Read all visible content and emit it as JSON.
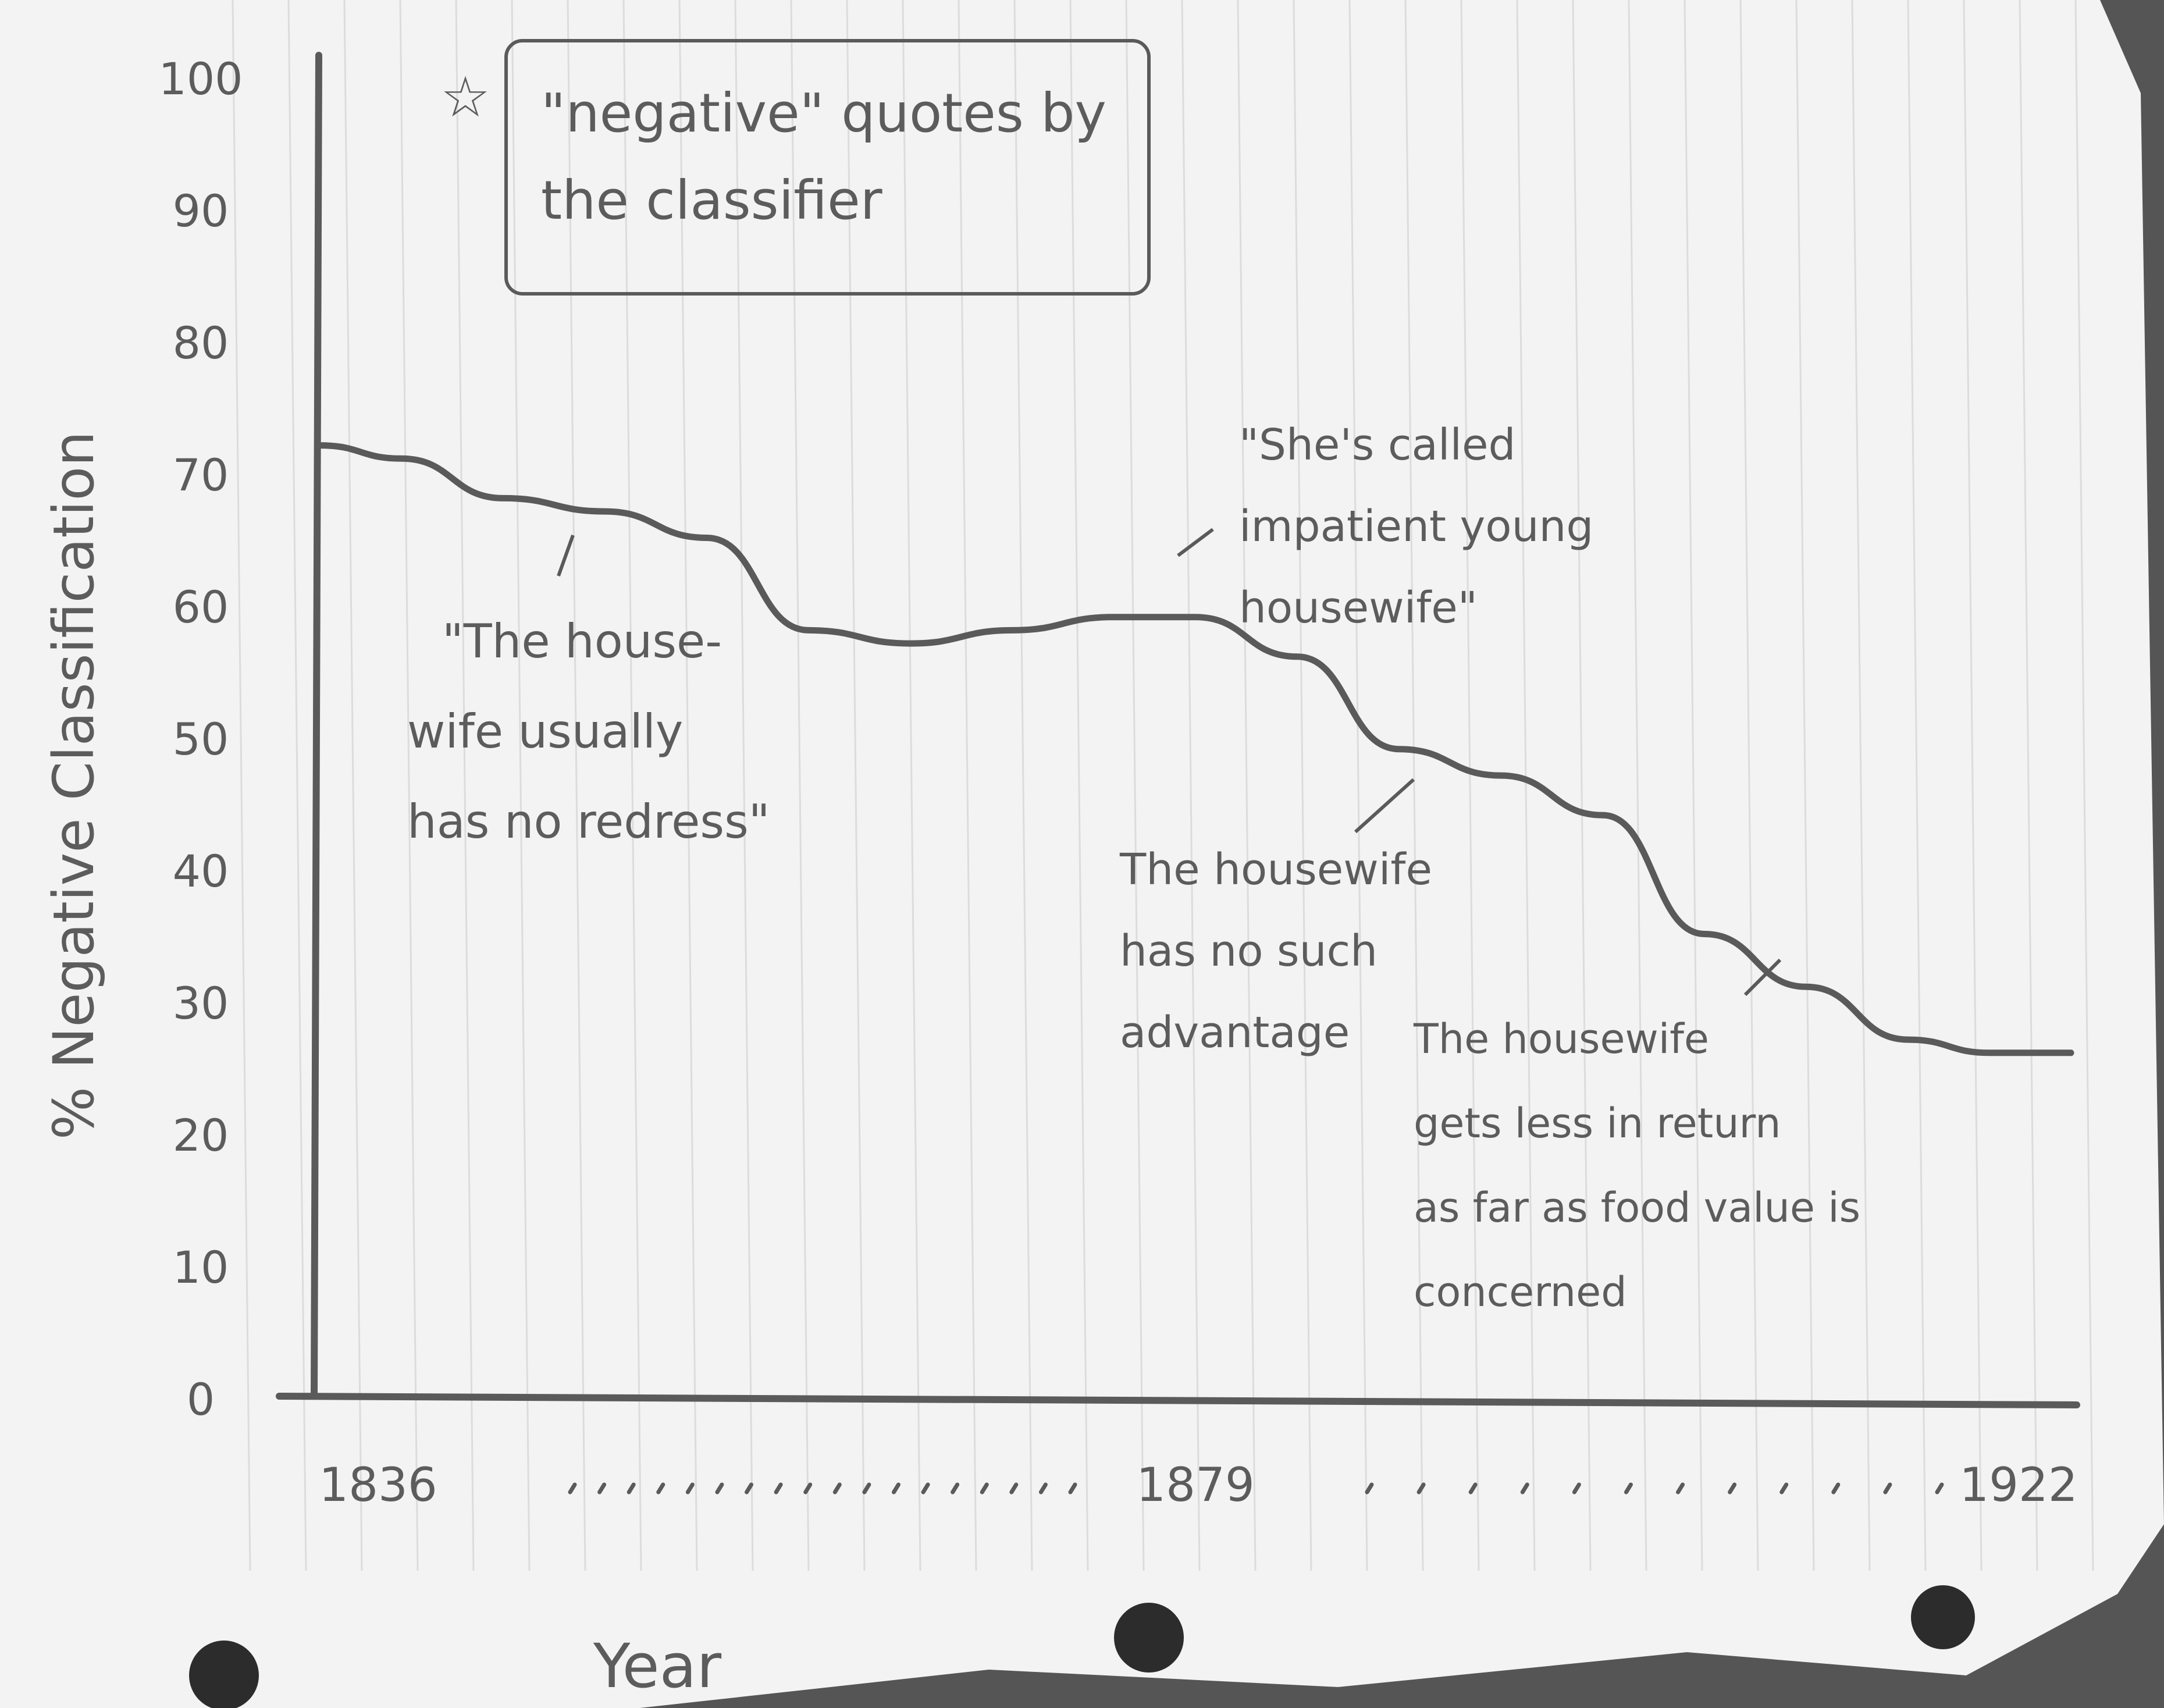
{
  "chart_data": {
    "type": "line",
    "title": "",
    "xlabel": "Year",
    "ylabel": "% Negative Classification",
    "legend_text": "\"negative\" quotes by the classifier",
    "legend_marker": "star-icon",
    "x_ticks": [
      "1836",
      "1879",
      "1922"
    ],
    "y_ticks": [
      "0",
      "10",
      "20",
      "30",
      "40",
      "50",
      "60",
      "70",
      "80",
      "90",
      "100"
    ],
    "xlim": [
      1836,
      1922
    ],
    "ylim": [
      0,
      100
    ],
    "grid": false,
    "series": [
      {
        "x": [
          1836,
          1840,
          1845,
          1850,
          1855,
          1860,
          1865,
          1870,
          1875,
          1879,
          1884,
          1889,
          1894,
          1899,
          1904,
          1909,
          1914,
          1918,
          1922
        ],
        "y": [
          72,
          71,
          68,
          67,
          65,
          58,
          57,
          58,
          59,
          59,
          56,
          49,
          47,
          44,
          35,
          31,
          27,
          26,
          26
        ]
      }
    ],
    "annotations": [
      {
        "lines": [
          "\"The house-",
          "wife usually",
          "has no redress\""
        ]
      },
      {
        "lines": [
          "\"She's called",
          "impatient young",
          "housewife\""
        ]
      },
      {
        "lines": [
          "The housewife",
          "has no such",
          "advantage"
        ]
      },
      {
        "lines": [
          "The housewife",
          "gets less in return",
          "as far as food value is",
          "concerned"
        ]
      }
    ]
  }
}
